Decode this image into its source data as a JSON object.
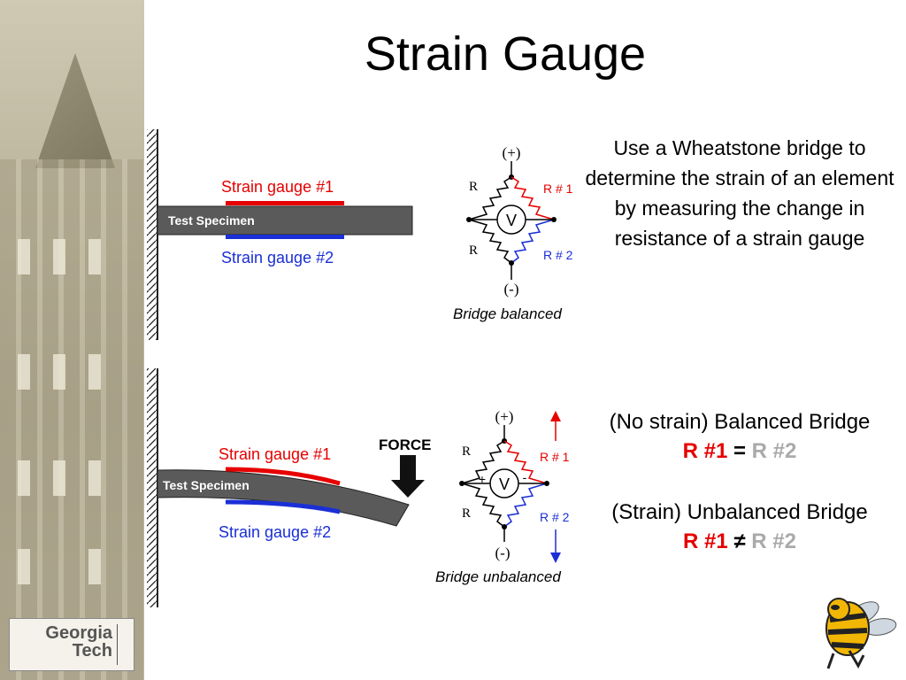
{
  "slide": {
    "title": "Strain Gauge",
    "description": "Use a Wheatstone bridge to determine the strain of an element by measuring the change in resistance of a strain gauge"
  },
  "balanced_diagram": {
    "gauge1_label": "Strain gauge #1",
    "gauge2_label": "Strain gauge #2",
    "specimen_label": "Test Specimen",
    "plus_label": "(+)",
    "minus_label": "(-)",
    "r_label": "R",
    "r1_label": "R # 1",
    "r2_label": "R # 2",
    "v_label": "V",
    "caption": "Bridge balanced"
  },
  "unbalanced_diagram": {
    "gauge1_label": "Strain gauge #1",
    "gauge2_label": "Strain gauge #2",
    "specimen_label": "Test Specimen",
    "force_label": "FORCE",
    "plus_label": "(+)",
    "minus_label": "(-)",
    "r_label": "R",
    "r1_label": "R # 1",
    "r2_label": "R # 2",
    "v_label": "V",
    "meter_plus": "+",
    "meter_minus": "-",
    "caption": "Bridge unbalanced"
  },
  "balanced_note": {
    "heading": "(No strain) Balanced Bridge",
    "left": "R #1",
    "operator": "=",
    "right": "R #2"
  },
  "unbalanced_note": {
    "heading": "(Strain) Unbalanced Bridge",
    "left": "R #1",
    "operator": "≠",
    "right": "R #2"
  },
  "logo": {
    "line1": "Georgia",
    "line2": "Tech"
  },
  "colors": {
    "gauge1": "#e60000",
    "gauge2": "#1a2fd6",
    "specimen": "#5a5a5a",
    "emphasis": "#e60000",
    "muted": "#aaaaaa"
  },
  "icons": [
    "wall-hatch-icon",
    "force-arrow-icon",
    "voltmeter-icon",
    "resistor-icon",
    "yellow-jacket-mascot-icon"
  ]
}
